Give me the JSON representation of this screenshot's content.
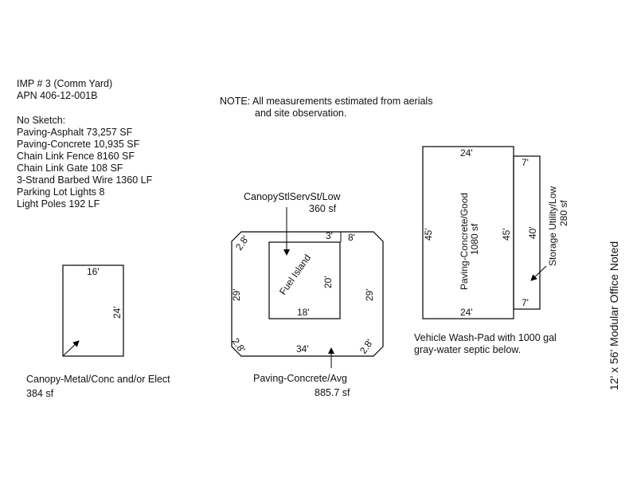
{
  "header": {
    "title": "IMP # 3 (Comm Yard)",
    "apn": "APN 406-12-001B",
    "no_sketch": "No Sketch:",
    "items": [
      "Paving-Asphalt 73,257 SF",
      "Paving-Concrete 10,935 SF",
      "Chain Link Fence 8160 SF",
      "Chain Link Gate 108 SF",
      "3-Strand Barbed Wire 1360 LF",
      "Parking Lot Lights 8",
      "Light Poles 192 LF"
    ]
  },
  "note": {
    "line1": "NOTE: All measurements estimated from aerials",
    "line2": "and site observation."
  },
  "canopy_metal": {
    "dim_top": "16'",
    "dim_right": "24'",
    "label": "Canopy-Metal/Conc and/or Elect",
    "area": "384 sf"
  },
  "canopy_steel": {
    "label": "CanopyStlServSt/Low",
    "area": "360 sf"
  },
  "fuel_island": {
    "label": "Fuel Island",
    "dim_right": "20'",
    "dim_bottom": "18'",
    "dim_top_right": "3'"
  },
  "paving_avg": {
    "dim_8": "8'",
    "dim_tl": "2.8'",
    "dim_left": "29'",
    "dim_right": "29'",
    "dim_bl": "2.8'",
    "dim_bottom": "34'",
    "dim_br": "2.8'",
    "label": "Paving-Concrete/Avg",
    "area": "885.7 sf"
  },
  "wash_pad": {
    "dim_top": "24'",
    "dim_left": "45'",
    "dim_right": "45'",
    "dim_bottom": "24'",
    "label": "Paving-Concrete/Good",
    "area": "1080 sf",
    "caption1": "Vehicle Wash-Pad with 1000 gal",
    "caption2": "gray-water septic below."
  },
  "storage": {
    "dim_top": "7'",
    "dim_side": "40'",
    "dim_bottom": "7'",
    "label": "Storage Utility/Low",
    "area": "280 sf"
  },
  "side_note": "12' x 56' Modular Office Noted"
}
